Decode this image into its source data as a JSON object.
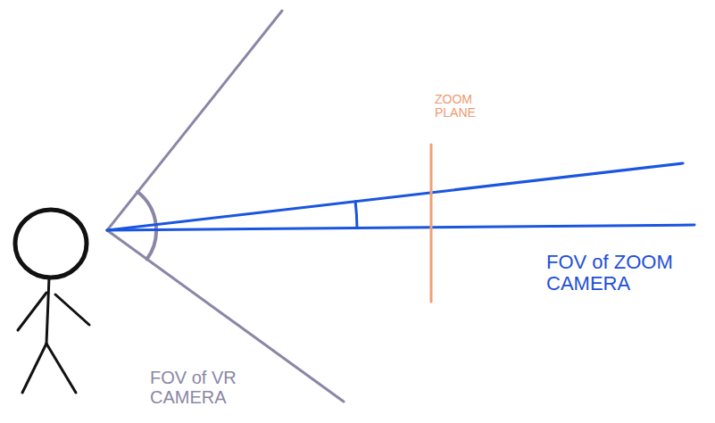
{
  "diagram": {
    "labels": [
      "ZOOM PLANE",
      "FOV of ZOOM CAMERA",
      "FOV of VR CAMERA"
    ]
  }
}
